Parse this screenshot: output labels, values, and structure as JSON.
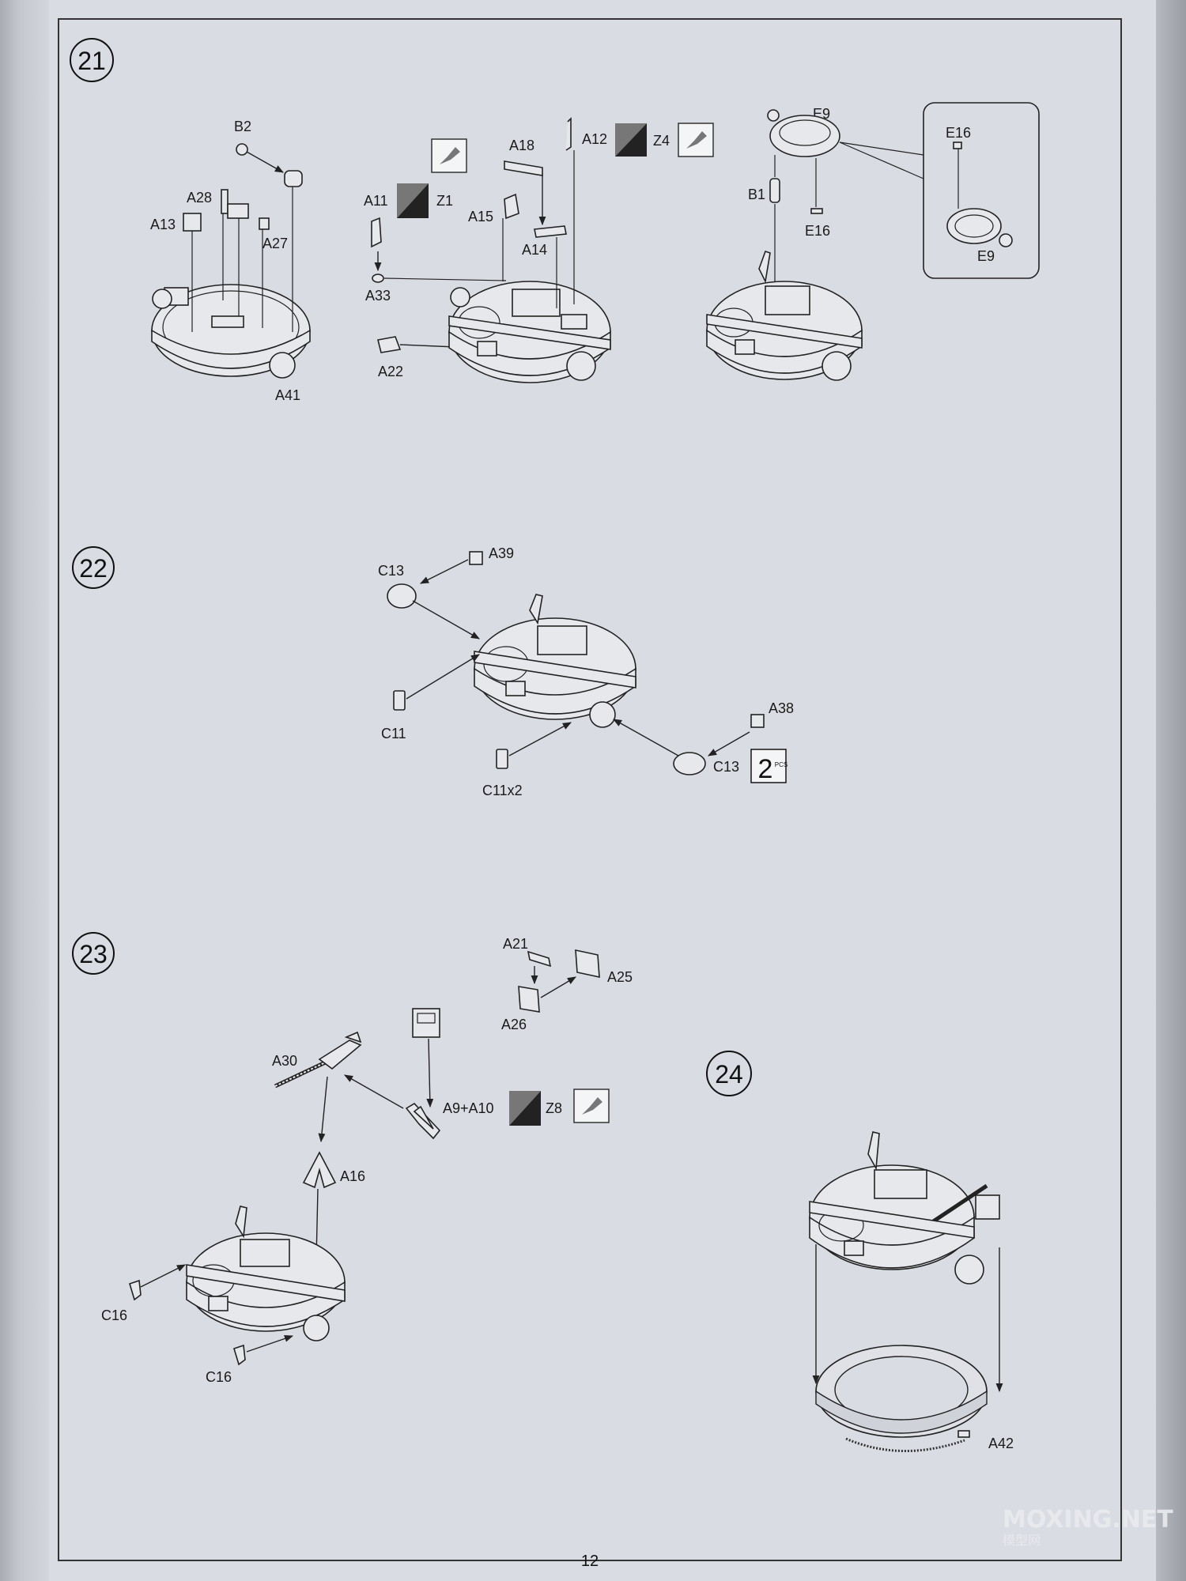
{
  "page_number": "12",
  "watermark": {
    "main": "MOXING.NET",
    "sub": "模型网"
  },
  "steps": [
    {
      "number": "21",
      "labels": [
        "B2",
        "A28",
        "A13",
        "A27",
        "A41",
        "A11",
        "Z1",
        "A33",
        "A22",
        "A18",
        "A15",
        "A14",
        "A12",
        "Z4",
        "E9",
        "B1",
        "E16",
        "E16",
        "E9"
      ],
      "icons": [
        "glue-brush-icon",
        "paint-swatch-icon",
        "paint-swatch-icon",
        "glue-brush-icon"
      ]
    },
    {
      "number": "22",
      "labels": [
        "C13",
        "A39",
        "C11",
        "C11x2",
        "A38",
        "C13"
      ],
      "quantity_badge": {
        "count": "2",
        "unit": "PCS"
      }
    },
    {
      "number": "23",
      "labels": [
        "A21",
        "A25",
        "A26",
        "A30",
        "A9+A10",
        "Z8",
        "A16",
        "C16",
        "C16"
      ],
      "icons": [
        "paint-swatch-icon",
        "glue-brush-icon"
      ]
    },
    {
      "number": "24",
      "labels": [
        "A42"
      ]
    }
  ]
}
